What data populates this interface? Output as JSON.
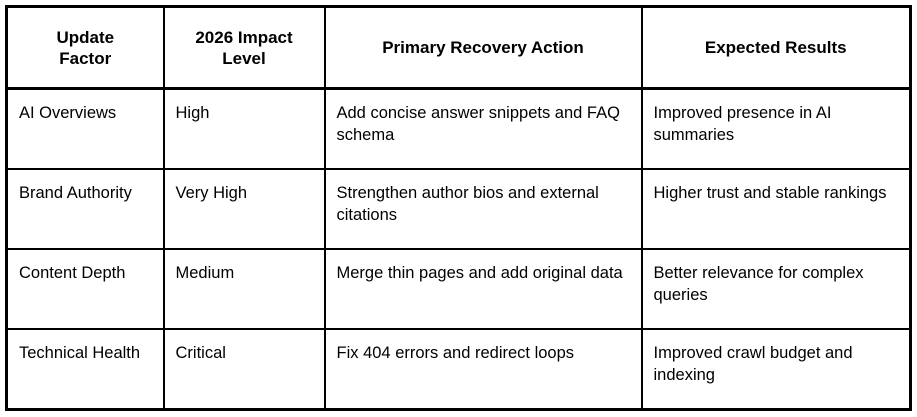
{
  "table": {
    "columns": [
      "Update Factor",
      "2026 Impact Level",
      "Primary Recovery Action",
      "Expected Results"
    ],
    "column_lines": [
      [
        "Update",
        "Factor"
      ],
      [
        "2026 Impact",
        "Level"
      ],
      [
        "Primary Recovery Action"
      ],
      [
        "Expected Results"
      ]
    ],
    "rows": [
      {
        "update_factor": "AI Overviews",
        "impact_level": "High",
        "primary_recovery_action": "Add concise answer snippets and FAQ schema",
        "expected_results": "Improved presence in AI summaries"
      },
      {
        "update_factor": "Brand Authority",
        "impact_level": "Very High",
        "primary_recovery_action": "Strengthen author bios and external citations",
        "expected_results": "Higher trust and stable rankings"
      },
      {
        "update_factor": "Content Depth",
        "impact_level": "Medium",
        "primary_recovery_action": "Merge thin pages and add original data",
        "expected_results": "Better relevance for complex queries"
      },
      {
        "update_factor": "Technical Health",
        "impact_level": "Critical",
        "primary_recovery_action": "Fix 404 errors and redirect loops",
        "expected_results": "Improved crawl budget and indexing"
      }
    ]
  },
  "style": {
    "text_color": "#000000",
    "background_color": "#ffffff",
    "border_color": "#000000"
  }
}
